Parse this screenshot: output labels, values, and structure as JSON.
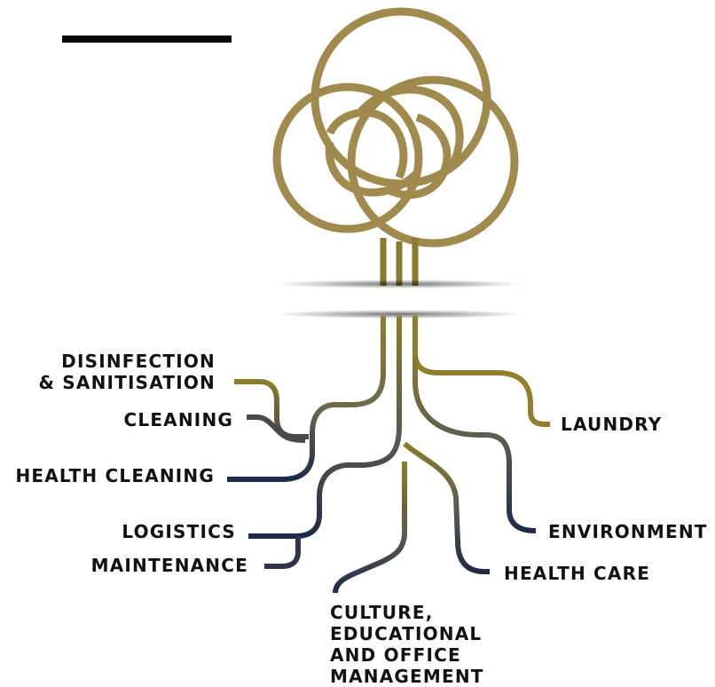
{
  "colors": {
    "gold": "#a08a4e",
    "gold_dark": "#8a7a2e",
    "navy": "#1e2a4a",
    "grey": "#4a4a4a",
    "accent_bar": "#0a0a0a",
    "text": "#111111"
  },
  "icons": {
    "logo": "knot-tree-icon"
  },
  "labels": {
    "disinfection": [
      "DISINFECTION",
      "& SANITISATION"
    ],
    "cleaning": "CLEANING",
    "health_cleaning": "HEALTH CLEANING",
    "logistics": "LOGISTICS",
    "maintenance": "MAINTENANCE",
    "laundry": "LAUNDRY",
    "environment": "ENVIRONMENT",
    "health_care": "HEALTH CARE",
    "culture": [
      "CULTURE,",
      "EDUCATIONAL",
      "AND OFFICE",
      "MANAGEMENT"
    ]
  }
}
